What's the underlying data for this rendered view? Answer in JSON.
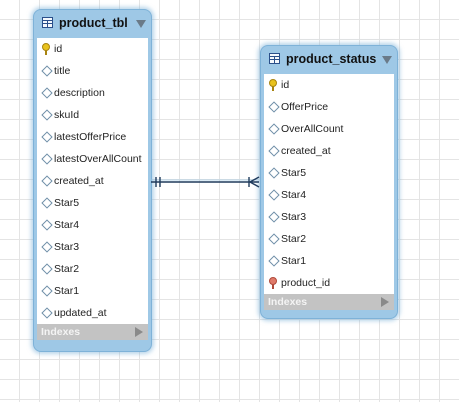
{
  "tables": [
    {
      "name": "product_tbl",
      "columns": [
        {
          "name": "id",
          "kind": "primary-key"
        },
        {
          "name": "title",
          "kind": "column"
        },
        {
          "name": "description",
          "kind": "column"
        },
        {
          "name": "skuId",
          "kind": "column"
        },
        {
          "name": "latestOfferPrice",
          "kind": "column"
        },
        {
          "name": "latestOverAllCount",
          "kind": "column"
        },
        {
          "name": "created_at",
          "kind": "column"
        },
        {
          "name": "Star5",
          "kind": "column"
        },
        {
          "name": "Star4",
          "kind": "column"
        },
        {
          "name": "Star3",
          "kind": "column"
        },
        {
          "name": "Star2",
          "kind": "column"
        },
        {
          "name": "Star1",
          "kind": "column"
        },
        {
          "name": "updated_at",
          "kind": "column"
        }
      ],
      "indexes_label": "Indexes"
    },
    {
      "name": "product_status",
      "columns": [
        {
          "name": "id",
          "kind": "primary-key"
        },
        {
          "name": "OfferPrice",
          "kind": "column"
        },
        {
          "name": "OverAllCount",
          "kind": "column"
        },
        {
          "name": "created_at",
          "kind": "column"
        },
        {
          "name": "Star5",
          "kind": "column"
        },
        {
          "name": "Star4",
          "kind": "column"
        },
        {
          "name": "Star3",
          "kind": "column"
        },
        {
          "name": "Star2",
          "kind": "column"
        },
        {
          "name": "Star1",
          "kind": "column"
        },
        {
          "name": "product_id",
          "kind": "foreign-key"
        }
      ],
      "indexes_label": "Indexes"
    }
  ],
  "relationship": {
    "from": "product_tbl",
    "to": "product_status",
    "cardinality": "one-to-many",
    "color": "#1f3a5c"
  },
  "colors": {
    "table_header": "#9ec8e6",
    "table_border": "#7eb2d8",
    "indexes_bar": "#c3c3c3",
    "grid": "#e4e4e4",
    "primary_key": "#e8c21e",
    "foreign_key": "#e07a6a"
  }
}
